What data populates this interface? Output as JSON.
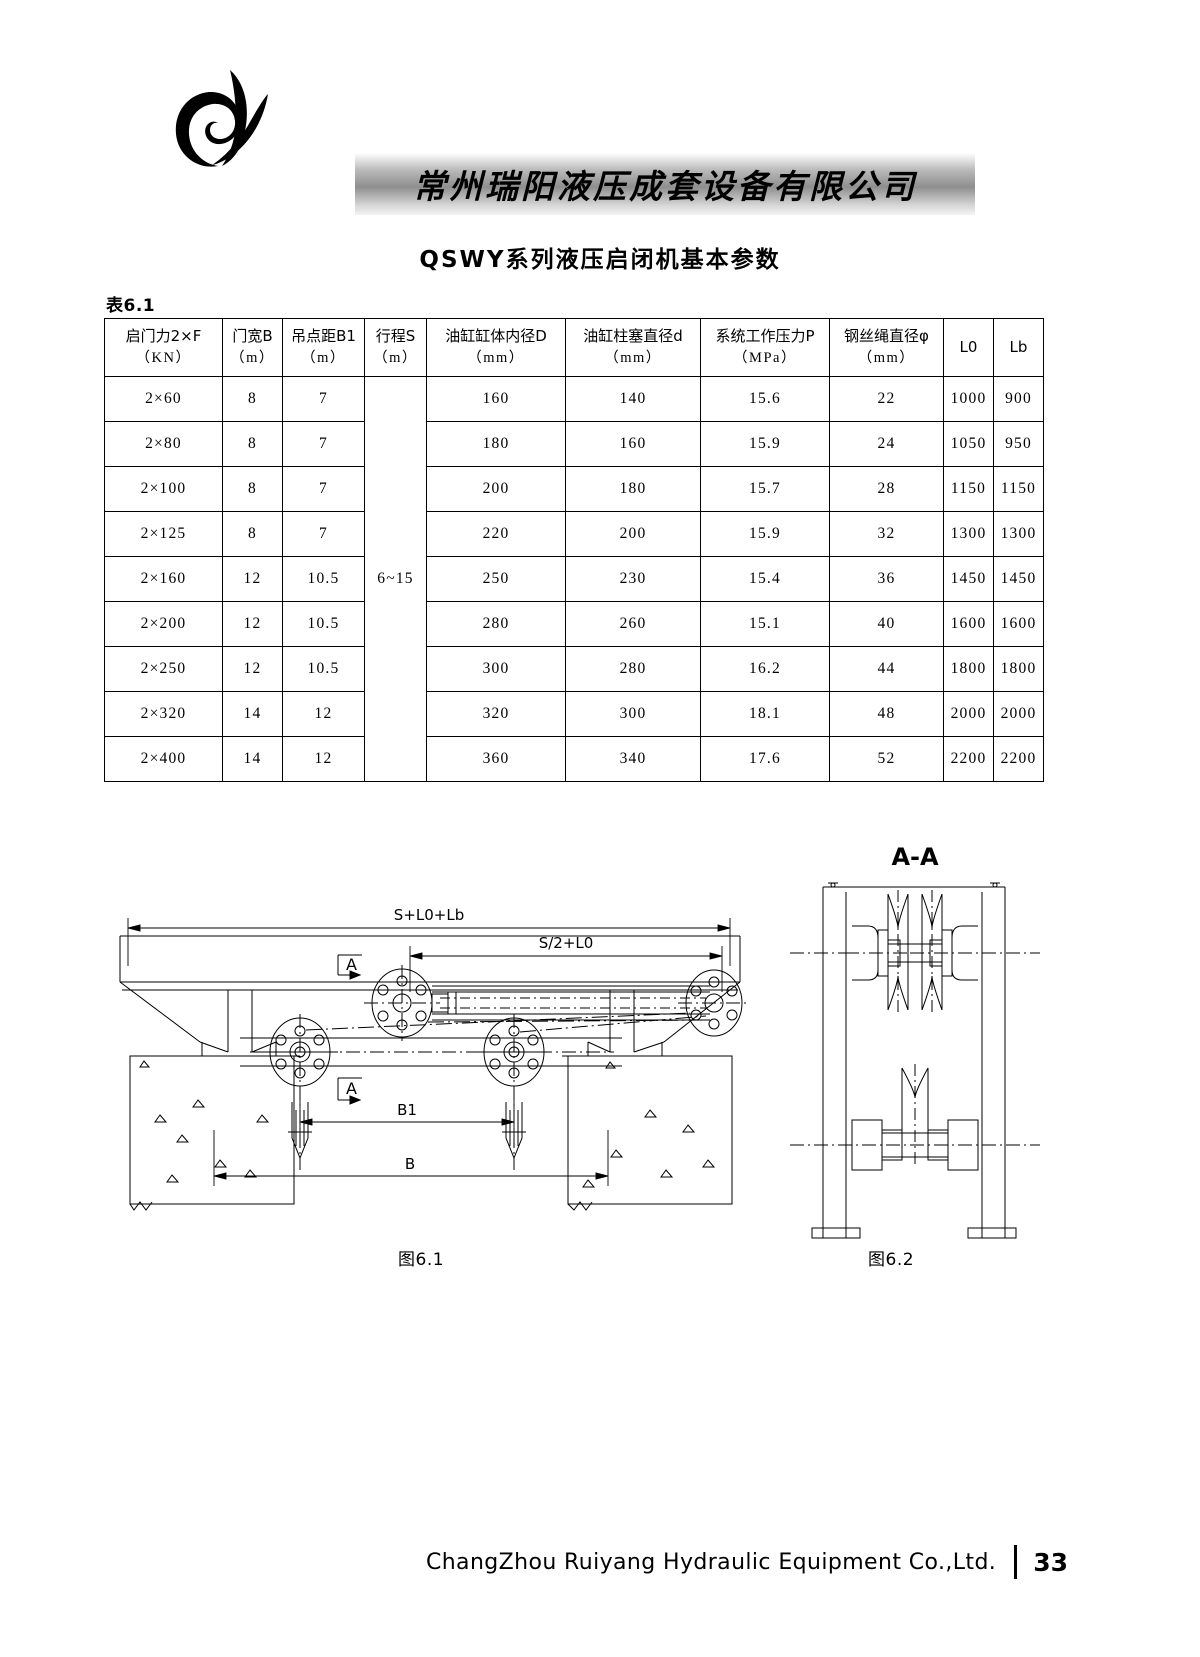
{
  "header": {
    "logo_name": "ruiyang-leaf-logo",
    "company_name": "常州瑞阳液压成套设备有限公司"
  },
  "doc_title": "QSWY系列液压启闭机基本参数",
  "table": {
    "label": "表6.1",
    "columns": [
      {
        "title": "启门力2×F",
        "unit": "（KN）"
      },
      {
        "title": "门宽B",
        "unit": "（m）"
      },
      {
        "title": "吊点距B1",
        "unit": "（m）"
      },
      {
        "title": "行程S",
        "unit": "（m）"
      },
      {
        "title": "油缸缸体内径D",
        "unit": "（mm）"
      },
      {
        "title": "油缸柱塞直径d",
        "unit": "（mm）"
      },
      {
        "title": "系统工作压力P",
        "unit": "（MPa）"
      },
      {
        "title": "钢丝绳直径φ",
        "unit": "（mm）"
      },
      {
        "title": "L0",
        "unit": ""
      },
      {
        "title": "Lb",
        "unit": ""
      }
    ],
    "stroke_merged_value": "6~15",
    "rows": [
      {
        "f": "2×60",
        "b": "8",
        "b1": "7",
        "d": "160",
        "dd": "140",
        "p": "15.6",
        "phi": "22",
        "l0": "1000",
        "lb": "900"
      },
      {
        "f": "2×80",
        "b": "8",
        "b1": "7",
        "d": "180",
        "dd": "160",
        "p": "15.9",
        "phi": "24",
        "l0": "1050",
        "lb": "950"
      },
      {
        "f": "2×100",
        "b": "8",
        "b1": "7",
        "d": "200",
        "dd": "180",
        "p": "15.7",
        "phi": "28",
        "l0": "1150",
        "lb": "1150"
      },
      {
        "f": "2×125",
        "b": "8",
        "b1": "7",
        "d": "220",
        "dd": "200",
        "p": "15.9",
        "phi": "32",
        "l0": "1300",
        "lb": "1300"
      },
      {
        "f": "2×160",
        "b": "12",
        "b1": "10.5",
        "d": "250",
        "dd": "230",
        "p": "15.4",
        "phi": "36",
        "l0": "1450",
        "lb": "1450"
      },
      {
        "f": "2×200",
        "b": "12",
        "b1": "10.5",
        "d": "280",
        "dd": "260",
        "p": "15.1",
        "phi": "40",
        "l0": "1600",
        "lb": "1600"
      },
      {
        "f": "2×250",
        "b": "12",
        "b1": "10.5",
        "d": "300",
        "dd": "280",
        "p": "16.2",
        "phi": "44",
        "l0": "1800",
        "lb": "1800"
      },
      {
        "f": "2×320",
        "b": "14",
        "b1": "12",
        "d": "320",
        "dd": "300",
        "p": "18.1",
        "phi": "48",
        "l0": "2000",
        "lb": "2000"
      },
      {
        "f": "2×400",
        "b": "14",
        "b1": "12",
        "d": "360",
        "dd": "340",
        "p": "17.6",
        "phi": "52",
        "l0": "2200",
        "lb": "2200"
      }
    ]
  },
  "figures": {
    "main": {
      "caption": "图6.1",
      "dim_total": "S+L0+Lb",
      "dim_half": "S/2+L0",
      "dim_b1": "B1",
      "dim_b": "B",
      "section_mark_top": "A",
      "section_mark_bottom": "A"
    },
    "section": {
      "caption": "图6.2",
      "title": "A-A"
    }
  },
  "footer": {
    "company_en": "ChangZhou Ruiyang Hydraulic Equipment Co.,Ltd.",
    "page_number": "33"
  }
}
